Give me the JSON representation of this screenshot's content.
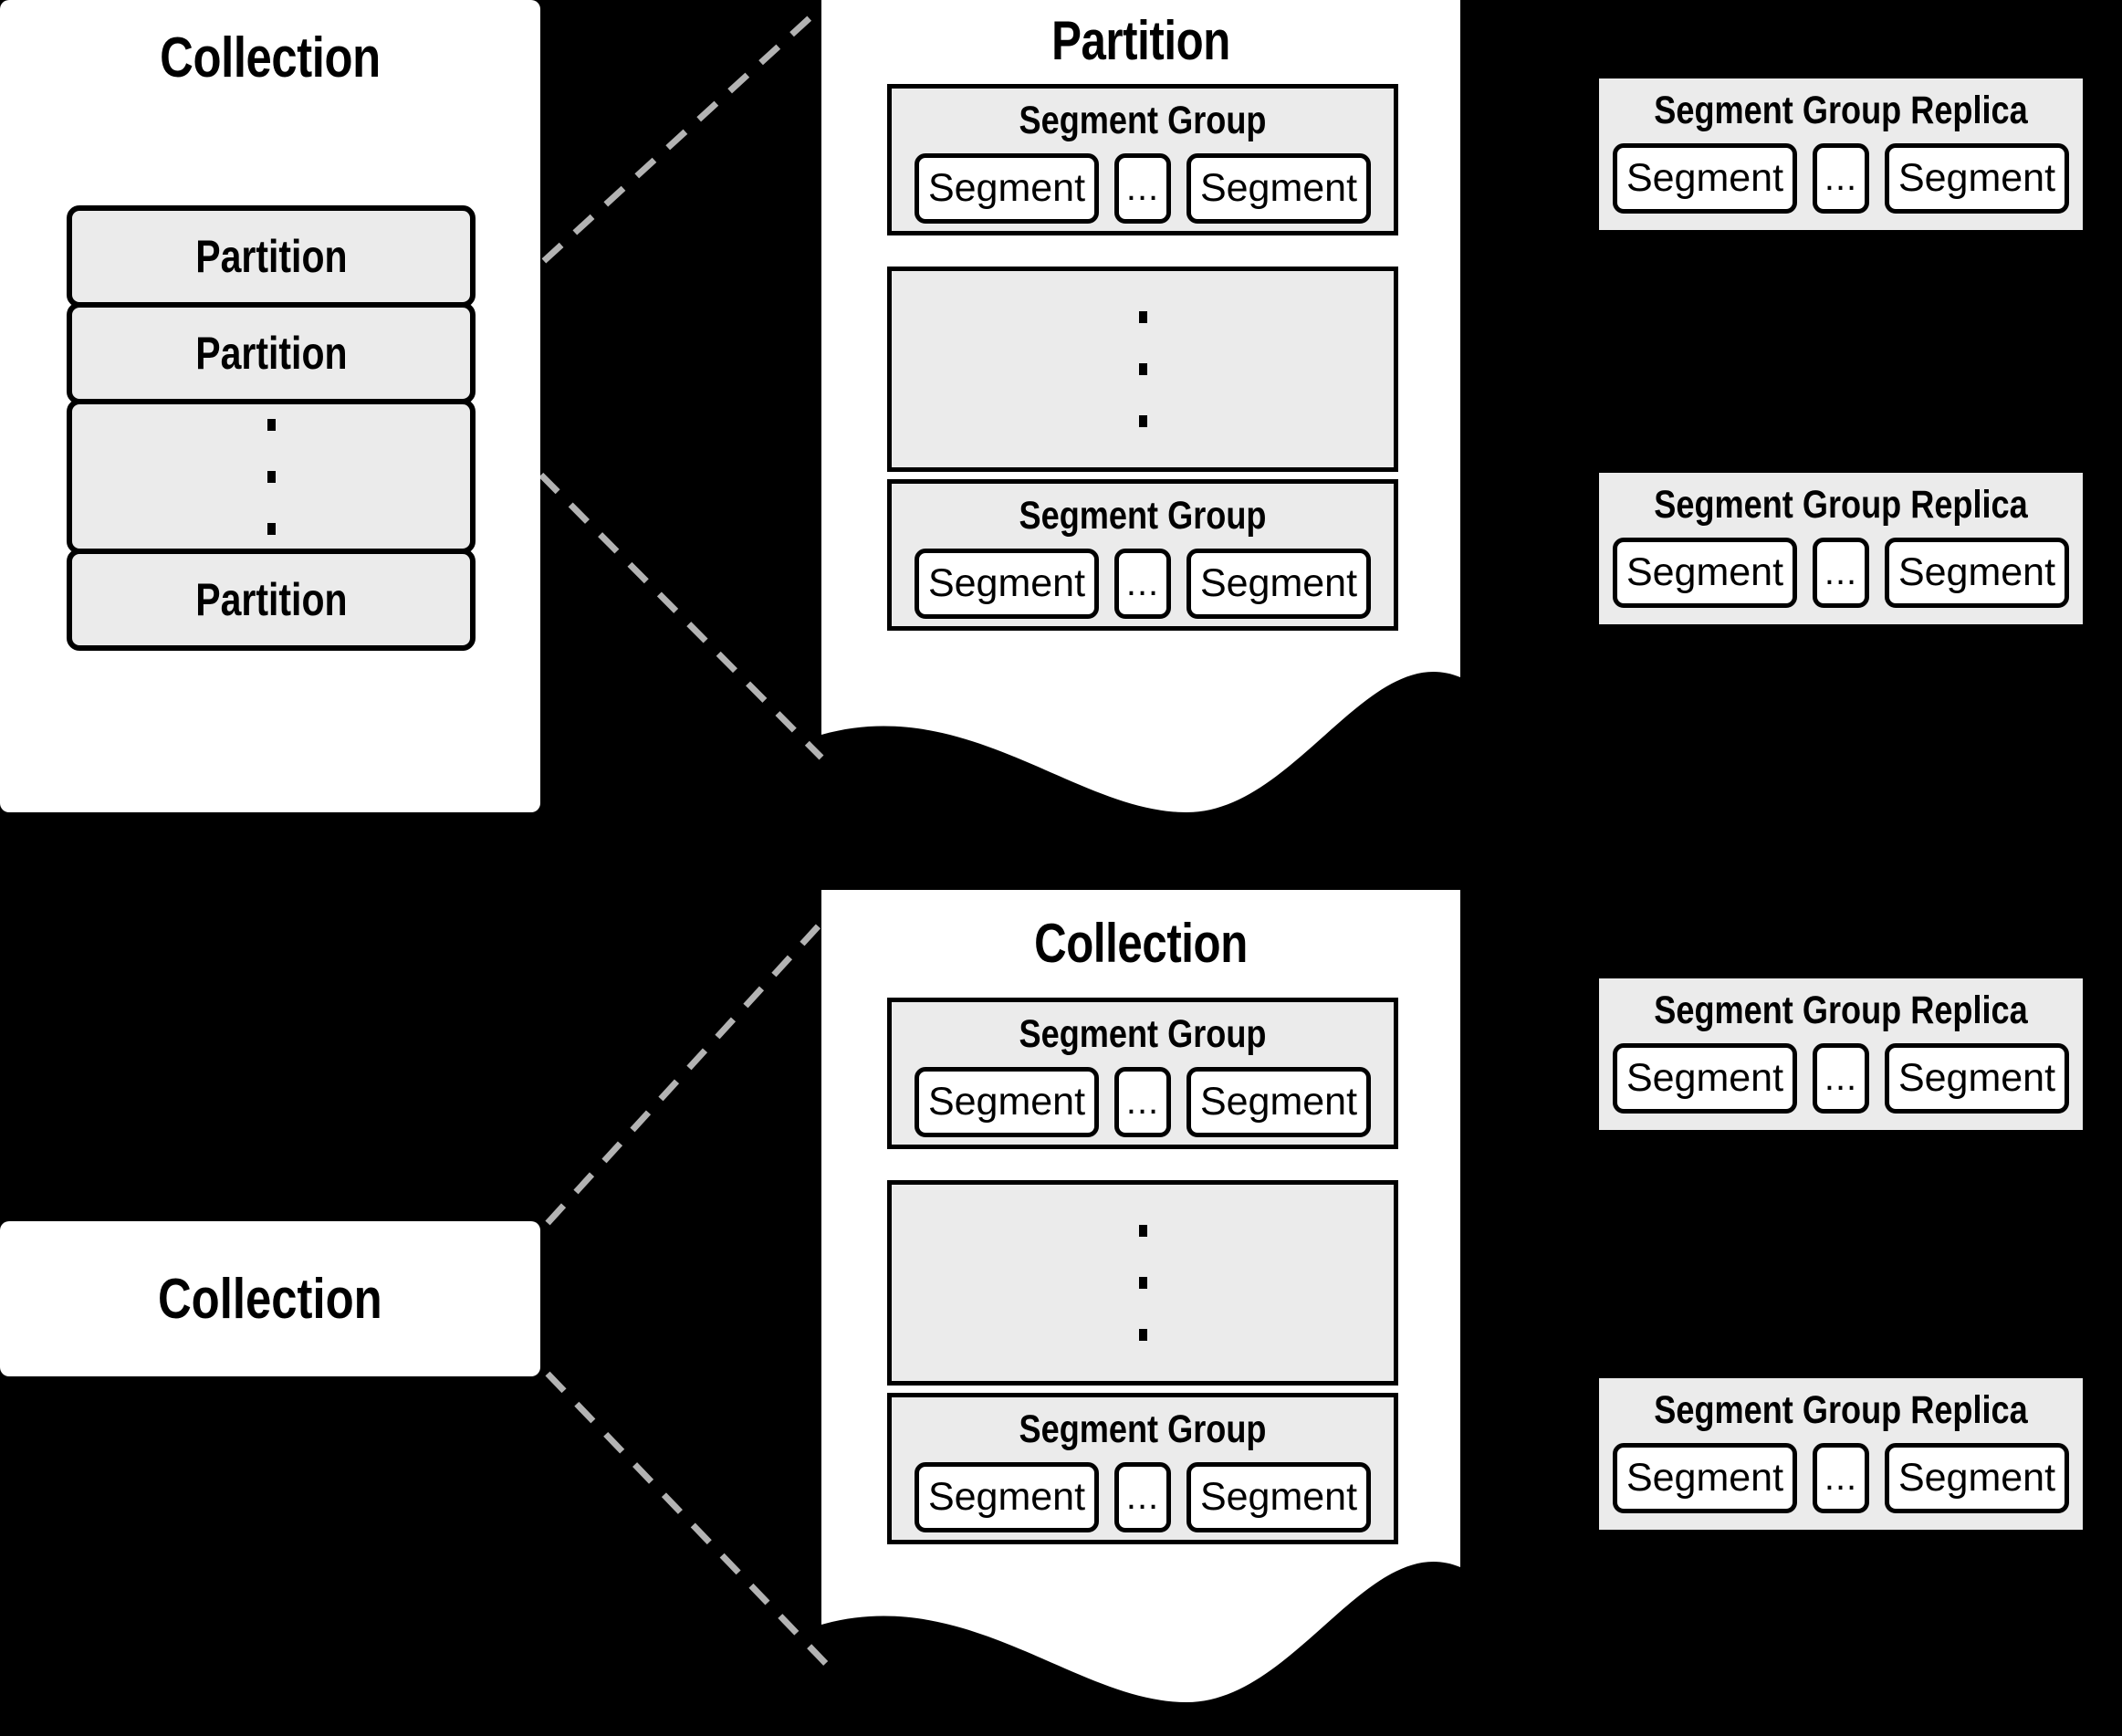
{
  "diagram": {
    "title_collection": "Collection",
    "title_partition": "Partition",
    "background_color": "#000000",
    "panel_color": "#ffffff",
    "group_fill_color": "#ebebeb",
    "connector_color": "#b3b3b3"
  },
  "collection_panel": {
    "title": "Collection",
    "partitions": [
      {
        "label": "Partition"
      },
      {
        "label": "Partition"
      },
      {
        "label": "⋮"
      },
      {
        "label": "Partition"
      }
    ]
  },
  "partition_panel": {
    "title": "Partition",
    "segment_groups": [
      {
        "title": "Segment Group",
        "segments": [
          "Segment",
          "...",
          "Segment"
        ]
      },
      {
        "title": "Segment Group",
        "segments": [
          "Segment",
          "...",
          "Segment"
        ]
      }
    ],
    "ellipsis": "⋮"
  },
  "collection_detail_panel": {
    "title": "Collection",
    "segment_groups": [
      {
        "title": "Segment Group",
        "segments": [
          "Segment",
          "...",
          "Segment"
        ]
      },
      {
        "title": "Segment Group",
        "segments": [
          "Segment",
          "...",
          "Segment"
        ]
      }
    ],
    "ellipsis": "⋮"
  },
  "collection_node": {
    "label": "Collection"
  },
  "replicas": [
    {
      "title": "Segment Group Replica",
      "segments": [
        "Segment",
        "...",
        "Segment"
      ]
    },
    {
      "title": "Segment Group Replica",
      "segments": [
        "Segment",
        "...",
        "Segment"
      ]
    },
    {
      "title": "Segment Group Replica",
      "segments": [
        "Segment",
        "...",
        "Segment"
      ]
    },
    {
      "title": "Segment Group Replica",
      "segments": [
        "Segment",
        "...",
        "Segment"
      ]
    }
  ]
}
